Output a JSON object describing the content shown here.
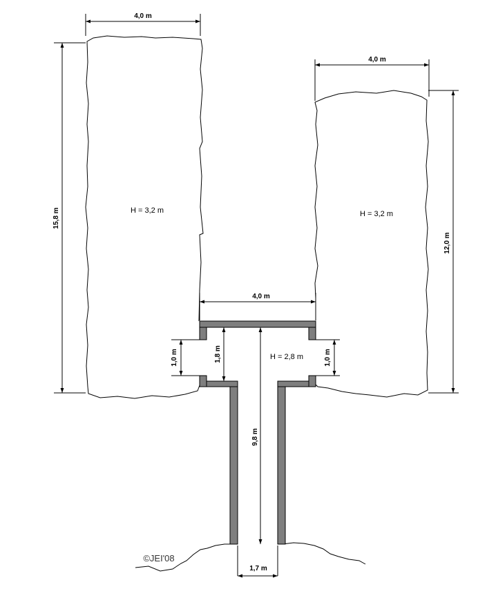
{
  "dimensions": {
    "left_room_width": "4,0 m",
    "left_room_length": "15,8 m",
    "right_room_width": "4,0 m",
    "right_room_length": "12,0 m",
    "chamber_width": "4,0 m",
    "left_opening": "1,0 m",
    "right_opening": "1,0 m",
    "chamber_depth": "1,8 m",
    "shaft_height": "9,8 m",
    "shaft_width": "1,7 m"
  },
  "heights": {
    "left_room": "H = 3,2 m",
    "right_room": "H = 3,2 m",
    "chamber": "H = 2,8 m"
  },
  "copyright": "©JEI'08"
}
